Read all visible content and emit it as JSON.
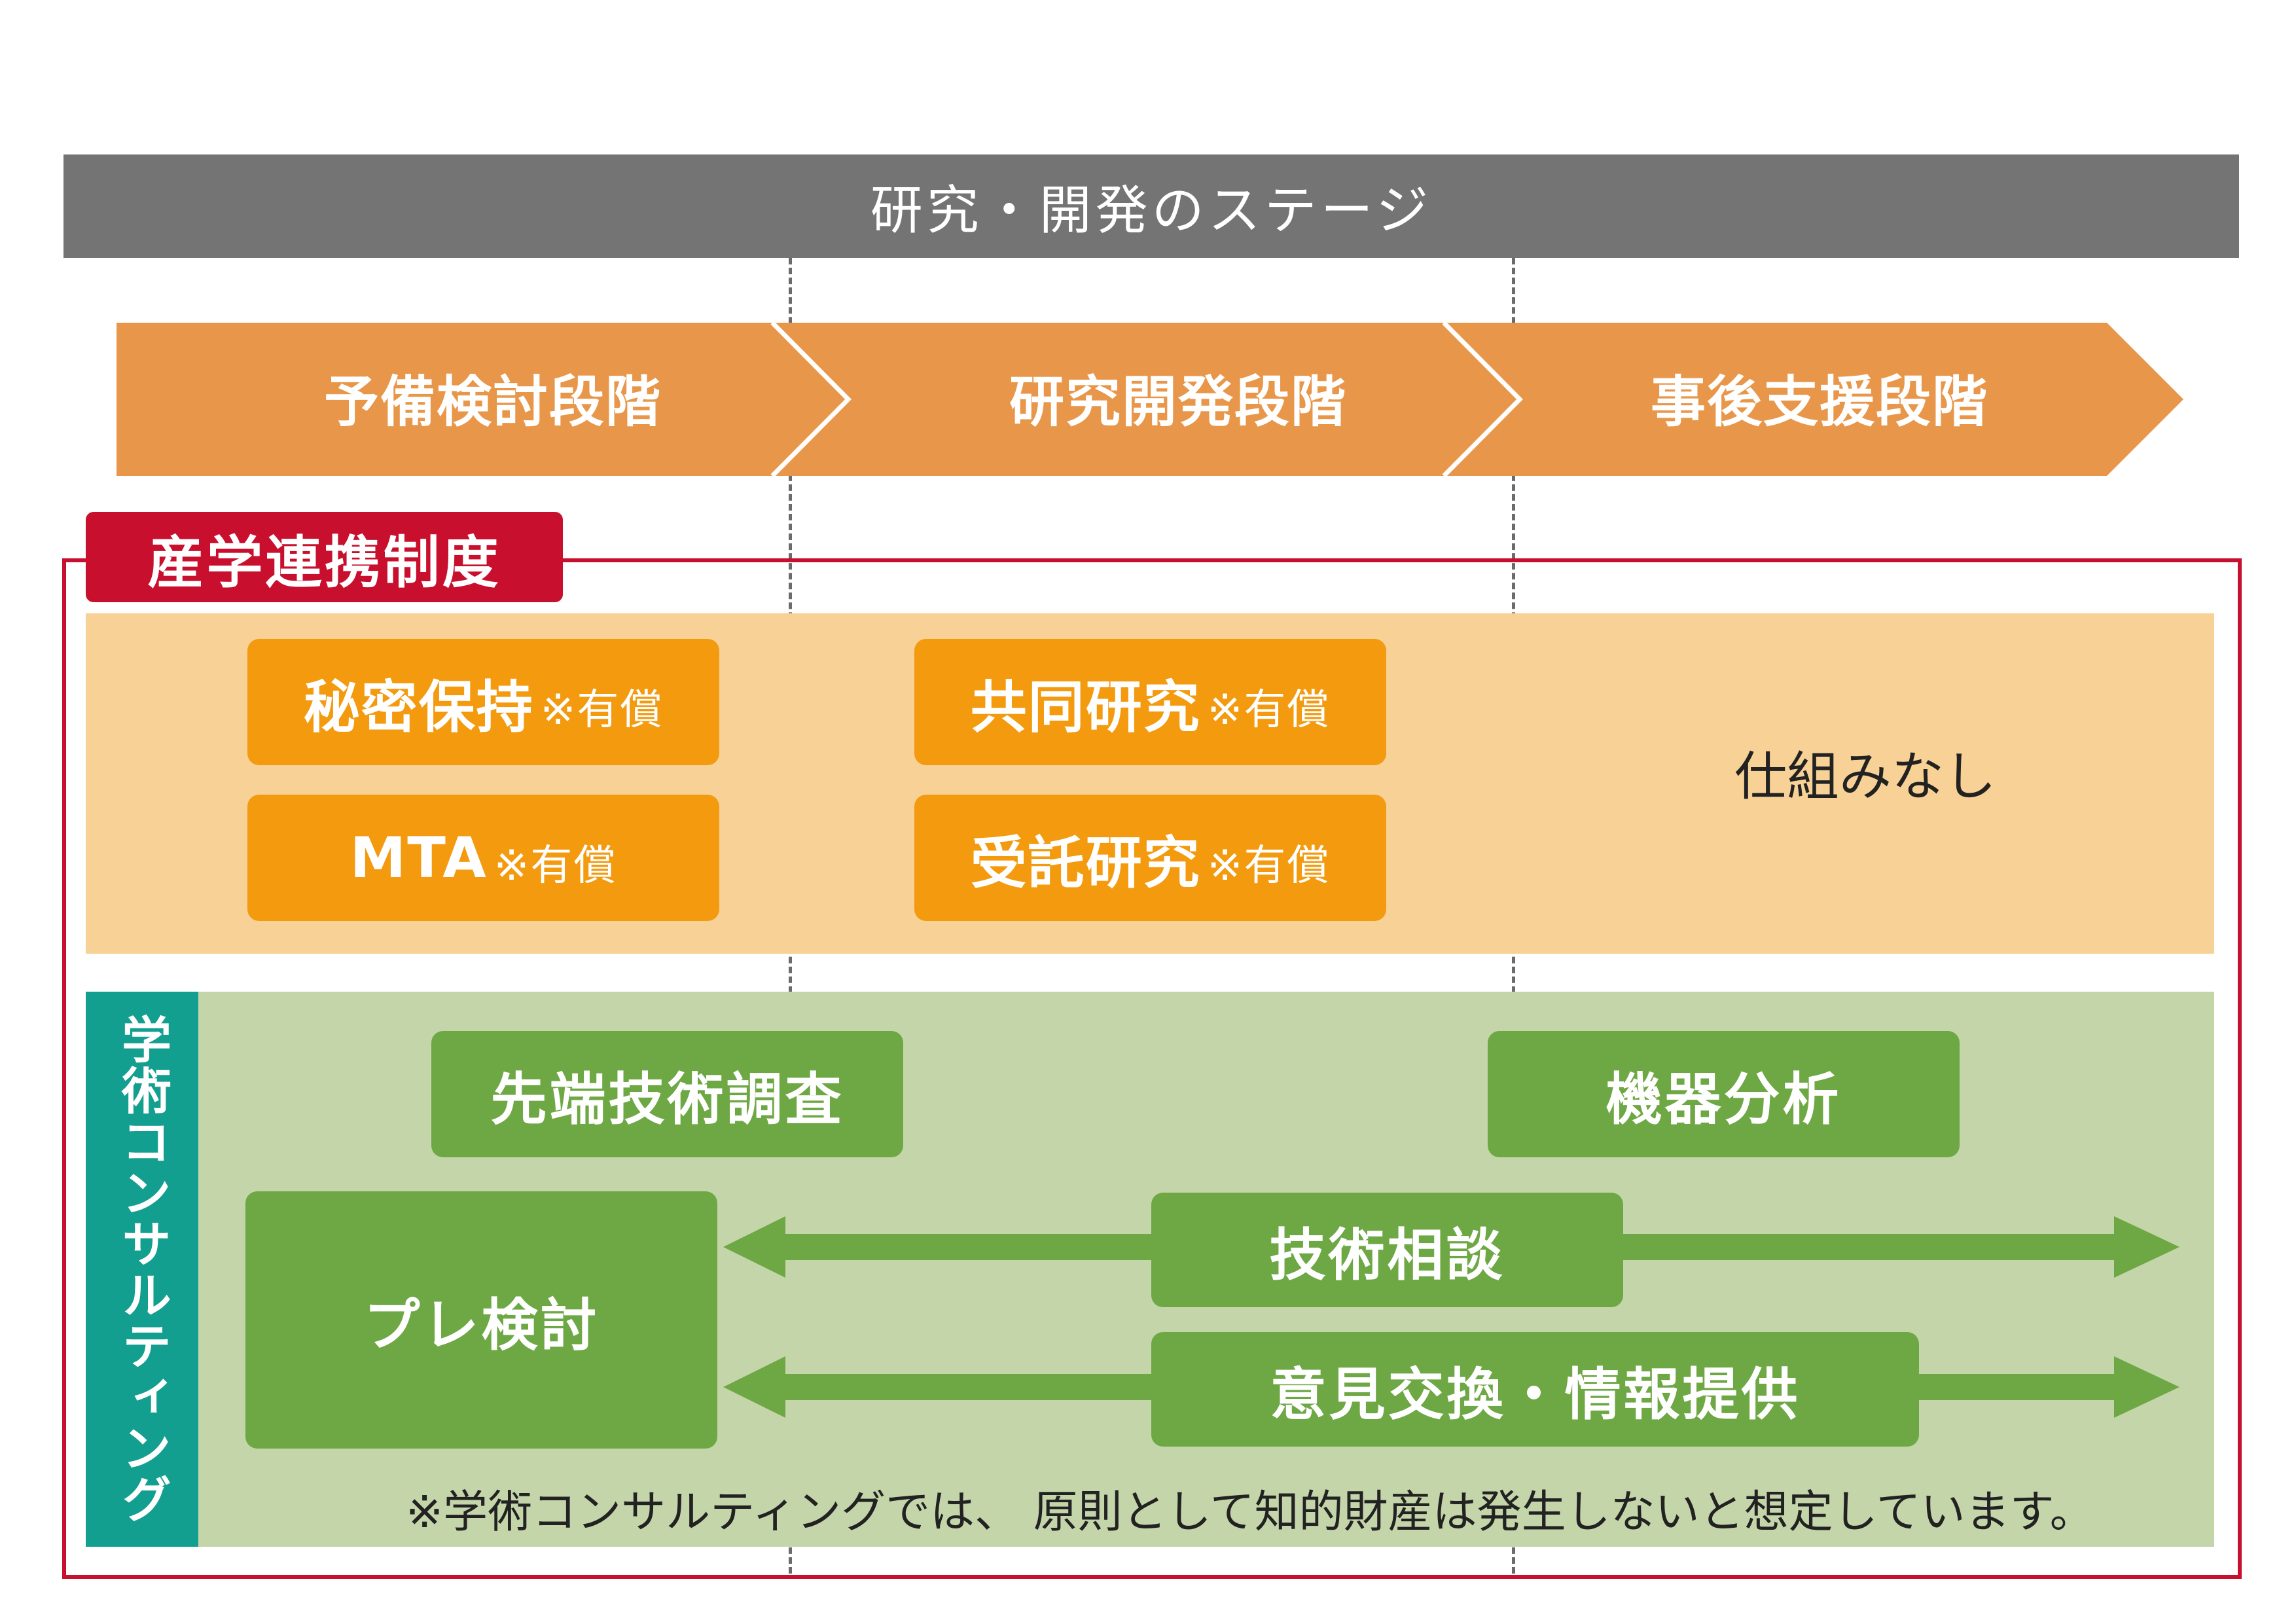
{
  "header": {
    "title": "研究・開発のステージ"
  },
  "phases": [
    {
      "label": "予備検討段階"
    },
    {
      "label": "研究開発段階"
    },
    {
      "label": "事後支援段階"
    }
  ],
  "sangaku": {
    "title": "産学連携制度",
    "boxes": {
      "himitsu": {
        "label": "秘密保持",
        "note": "※有償"
      },
      "mta": {
        "label": "MTA",
        "note": "※有償"
      },
      "kyodo": {
        "label": "共同研究",
        "note": "※有償"
      },
      "jutaku": {
        "label": "受託研究",
        "note": "※有償"
      }
    },
    "no_scheme": "仕組みなし"
  },
  "consulting": {
    "title": "学術コンサルティング",
    "boxes": {
      "sentan": "先端技術調査",
      "kiki": "機器分析",
      "pre": "プレ検討",
      "soudan": "技術相談",
      "iken": "意見交換・情報提供"
    },
    "footnote": "※学術コンサルティングでは、 原則として知的財産は発生しないと想定しています。"
  },
  "colors": {
    "stage_header": "#747474",
    "phase_arrow": "#e8974a",
    "sangaku_red": "#c8102e",
    "orange_band": "#f8d196",
    "orange_box": "#f39a0e",
    "green_band": "#c5d5aa",
    "green_box": "#6ea844",
    "teal": "#139f8f"
  }
}
